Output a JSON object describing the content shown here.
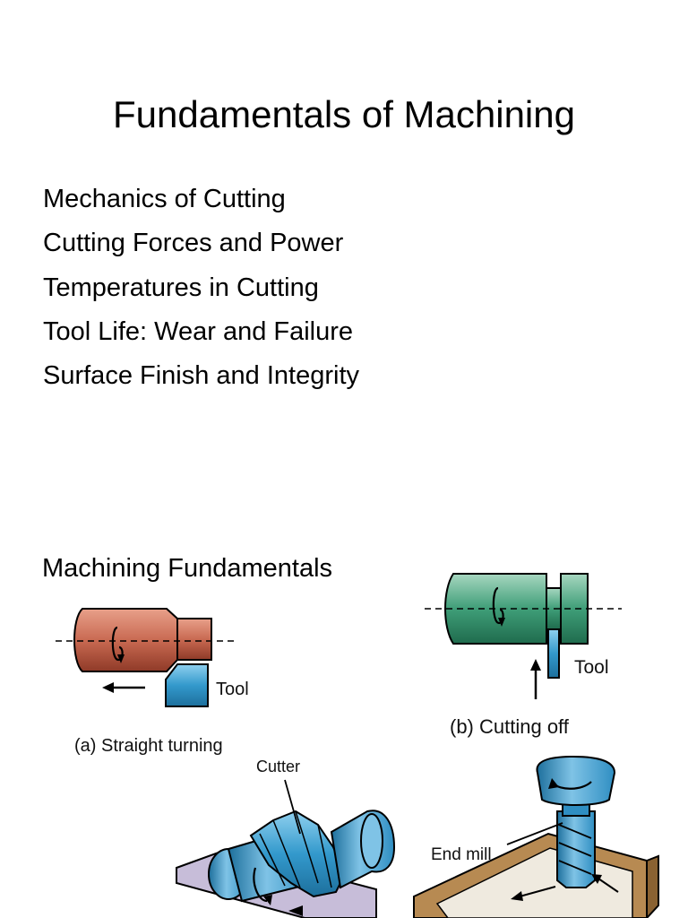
{
  "slide1": {
    "title": "Fundamentals of Machining",
    "topics": [
      "Mechanics of Cutting",
      "Cutting Forces and Power",
      "Temperatures in Cutting",
      "Tool Life: Wear and Failure",
      "Surface Finish and Integrity"
    ]
  },
  "slide2": {
    "title": "Machining Fundamentals",
    "figures": {
      "a": {
        "caption": "(a) Straight turning",
        "tool_label": "Tool"
      },
      "b": {
        "caption": "(b) Cutting off",
        "tool_label": "Tool"
      },
      "c": {
        "cutter_label": "Cutter"
      },
      "d": {
        "endmill_label": "End mill"
      }
    }
  },
  "colors": {
    "workpiece_a": "#c96a52",
    "workpiece_b": "#3f9e78",
    "tool_blue": "#2f8ec2",
    "table_purple": "#c7bdd9",
    "base_brown": "#b78a52"
  }
}
